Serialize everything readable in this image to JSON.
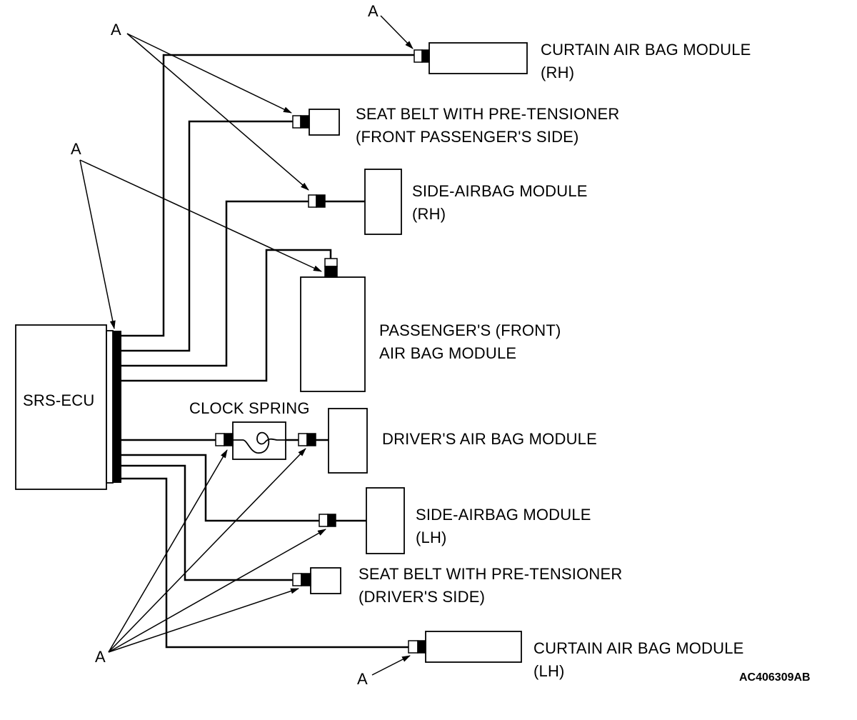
{
  "ecu_label": "SRS-ECU",
  "clock_spring_label": "CLOCK SPRING",
  "callout_letter": "A",
  "figure_code": "AC406309AB",
  "modules": {
    "curtain_rh": {
      "line1": "CURTAIN AIR BAG MODULE",
      "line2": "(RH)"
    },
    "seat_belt_passenger": {
      "line1": "SEAT BELT WITH PRE-TENSIONER",
      "line2": "(FRONT PASSENGER'S SIDE)"
    },
    "side_airbag_rh": {
      "line1": "SIDE-AIRBAG MODULE",
      "line2": "(RH)"
    },
    "passenger_front": {
      "line1": "PASSENGER'S (FRONT)",
      "line2": "AIR BAG MODULE"
    },
    "driver": {
      "line1": "DRIVER'S AIR BAG MODULE"
    },
    "side_airbag_lh": {
      "line1": "SIDE-AIRBAG MODULE",
      "line2": "(LH)"
    },
    "seat_belt_driver": {
      "line1": "SEAT BELT WITH PRE-TENSIONER",
      "line2": "(DRIVER'S SIDE)"
    },
    "curtain_lh": {
      "line1": "CURTAIN AIR BAG MODULE",
      "line2": "(LH)"
    }
  }
}
